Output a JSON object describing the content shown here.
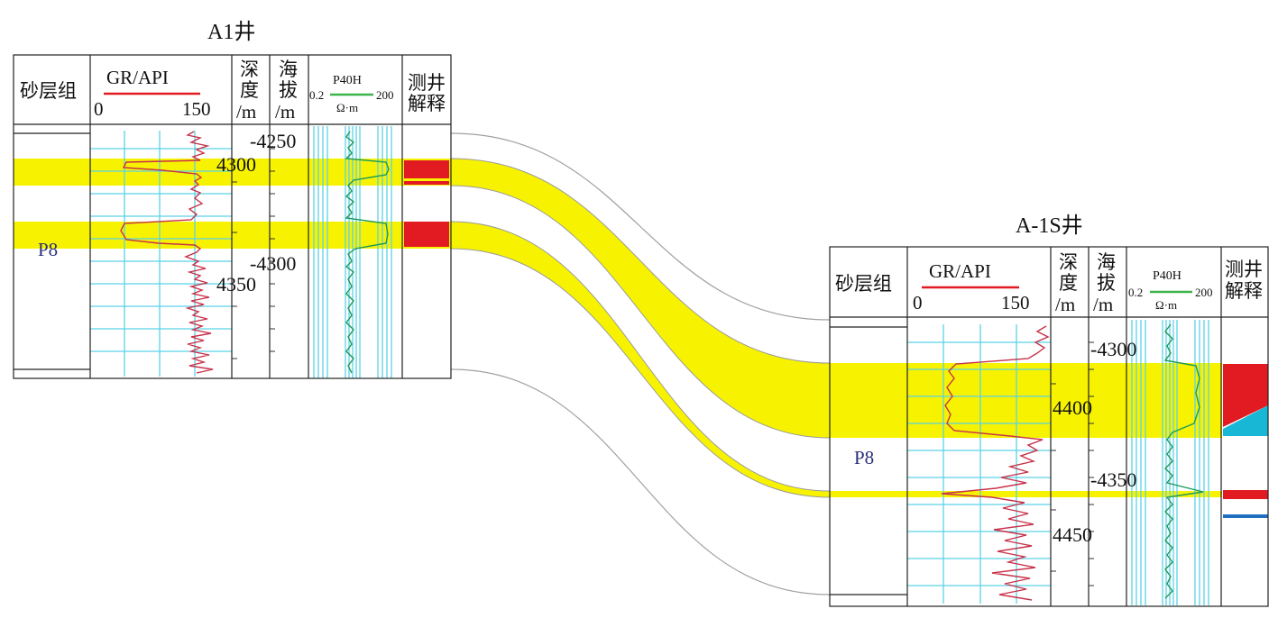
{
  "wells": [
    {
      "title": "A1井",
      "col_sand_group": "砂层组",
      "gr_label": "GR/API",
      "gr_min": "0",
      "gr_max": "150",
      "col_depth": [
        "深",
        "度",
        "/m"
      ],
      "col_alt": [
        "海",
        "拔",
        "/m"
      ],
      "res_label": "P40H",
      "res_min": "0.2",
      "res_max": "200",
      "res_unit": "Ω·m",
      "col_interp": [
        "测井",
        "解释"
      ],
      "zone": "P8",
      "depth_ticks": [
        "4300",
        "4350"
      ],
      "altitude_ticks": [
        "-4250",
        "-4300"
      ]
    },
    {
      "title": "A-1S井",
      "col_sand_group": "砂层组",
      "gr_label": "GR/API",
      "gr_min": "0",
      "gr_max": "150",
      "col_depth": [
        "深",
        "度",
        "/m"
      ],
      "col_alt": [
        "海",
        "拔",
        "/m"
      ],
      "res_label": "P40H",
      "res_min": "0.2",
      "res_max": "200",
      "res_unit": "Ω·m",
      "col_interp": [
        "测井",
        "解释"
      ],
      "zone": "P8",
      "depth_ticks": [
        "4400",
        "4450"
      ],
      "altitude_ticks": [
        "-4300",
        "-4350"
      ]
    }
  ],
  "colors": {
    "sand": "#f7f300",
    "gr_curve": "#c8324a",
    "res_curve": "#1e9a5a",
    "grid_cyan": "#5ad2e6",
    "interp_red": "#e21a22",
    "interp_cyan": "#19b7d6",
    "interp_blue": "#1e6fc0",
    "correlation_line": "#9a9a9a"
  }
}
